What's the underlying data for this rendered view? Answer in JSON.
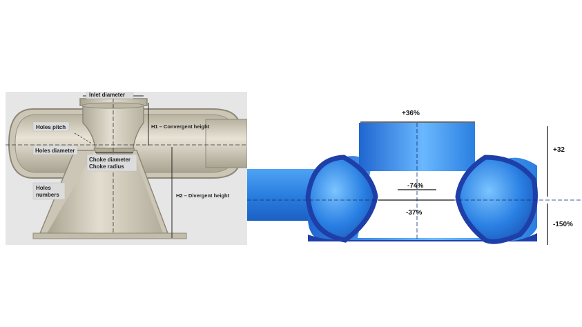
{
  "left_diagram": {
    "labels": {
      "inlet_diameter": "Inlet diameter",
      "holes_pitch": "Holes pitch",
      "holes_diameter": "Holes diameter",
      "holes_numbers_line1": "Holes",
      "holes_numbers_line2": "numbers",
      "choke_diameter": "Choke diameter",
      "choke_radius": "Choke radius",
      "h1": "H1 – Convergent height",
      "h2": "H2 – Divergent height"
    },
    "colors": {
      "background": "#e6e6e6",
      "metal": "#c9c3b2",
      "outline": "#8e887a"
    }
  },
  "right_diagram": {
    "labels": {
      "top_width": "+36%",
      "choke_change": "-74%",
      "throat_change": "-37%",
      "upper_height": "+32",
      "lower_height": "-150%"
    },
    "colors": {
      "body": "#2a7fe0",
      "edge": "#1f3fa8",
      "highlight": "#6ab8ff"
    }
  }
}
